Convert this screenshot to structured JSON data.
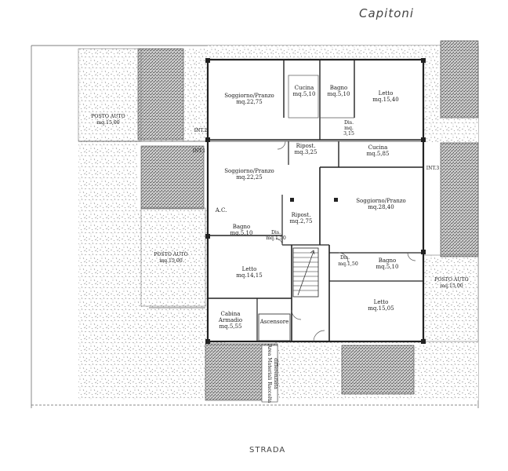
{
  "header": {
    "handwritten_title": "Capitoni"
  },
  "footer": {
    "street_label": "STRADA"
  },
  "intercoms": [
    "INT.2",
    "INT.1",
    "INT.3"
  ],
  "labels": {
    "ac": "A.C.",
    "bin_area": [
      "Area Materiali Raccolta",
      "differenziata"
    ]
  },
  "parking": [
    {
      "name": "POSTO AUTO",
      "area": "mq.15,00"
    },
    {
      "name": "POSTO AUTO",
      "area": "mq.15,00"
    },
    {
      "name": "POSTO AUTO",
      "area": "mq.15,00"
    }
  ],
  "rooms": {
    "int2_living": {
      "name": "Soggiorno/Pranzo",
      "area": "mq.22,75"
    },
    "int2_kitchen": {
      "name": "Cucina",
      "area": "mq.5,10"
    },
    "int2_bath": {
      "name": "Bagno",
      "area": "mq.5,10"
    },
    "int2_bed": {
      "name": "Letto",
      "area": "mq.15,40"
    },
    "int2_dis": {
      "name": "Dis.",
      "area1": "mq.",
      "area2": "3,15"
    },
    "ripost_top": {
      "name": "Ripost.",
      "area": "mq.3,25"
    },
    "int3_kitchen": {
      "name": "Cucina",
      "area": "mq.5,85"
    },
    "int1_living": {
      "name": "Soggiorno/Pranzo",
      "area": "mq.22,25"
    },
    "ripost_mid": {
      "name": "Ripost.",
      "area": "mq.2,75"
    },
    "int3_living": {
      "name": "Soggiorno/Pranzo",
      "area": "mq.28,40"
    },
    "int1_bath": {
      "name": "Bagno",
      "area": "mq.5,10"
    },
    "int1_dis": {
      "name": "Dis.",
      "area": "mq.1,50"
    },
    "int3_dis": {
      "name": "Dis.",
      "area": "mq.1,50"
    },
    "int3_bath": {
      "name": "Bagno",
      "area": "mq.5,10"
    },
    "int1_bed": {
      "name": "Letto",
      "area": "mq.14,15"
    },
    "int3_bed": {
      "name": "Letto",
      "area": "mq.15,05"
    },
    "int1_closet": {
      "name1": "Cabina",
      "name2": "Armadio",
      "area": "mq.5,55"
    },
    "elevator": {
      "name": "Ascensore"
    }
  }
}
